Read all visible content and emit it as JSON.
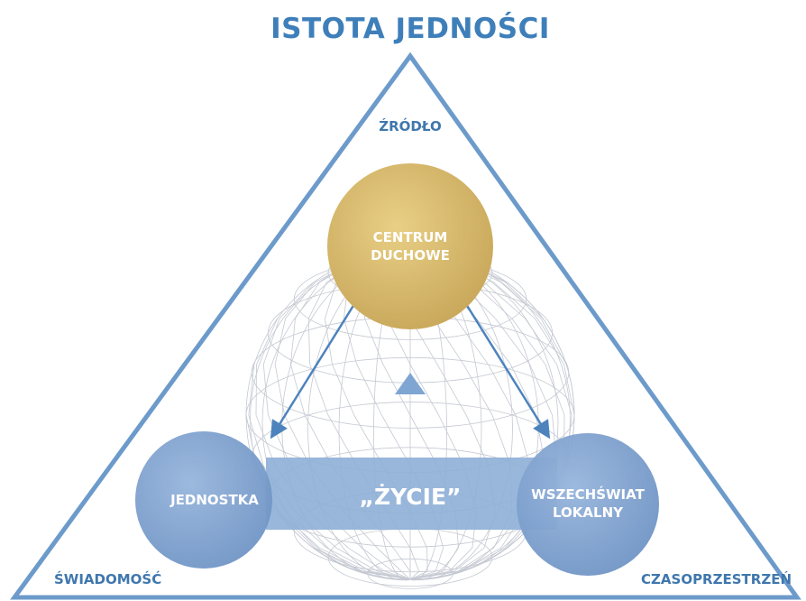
{
  "title": "ISTOTA JEDNOŚCI",
  "corners": {
    "top": "ŹRÓDŁO",
    "bottom_left": "ŚWIADOMOŚĆ",
    "bottom_right": "CZASOPRZESTRZEŃ"
  },
  "nodes": {
    "center": {
      "line1": "CENTRUM",
      "line2": "DUCHOWE"
    },
    "left": {
      "line1": "JEDNOSTKA"
    },
    "right": {
      "line1": "WSZECHŚWIAT",
      "line2": "LOKALNY"
    }
  },
  "life_band": "„ŻYCIE”",
  "colors": {
    "title": "#3e7fba",
    "triangle_stroke": "#6c9bcb",
    "gold": "#d9bd6e",
    "blue_node": "#7d9fcc",
    "band": "#8eafd6",
    "sphere_grid": "#c5c9d2",
    "arrow": "#4d83bd"
  }
}
